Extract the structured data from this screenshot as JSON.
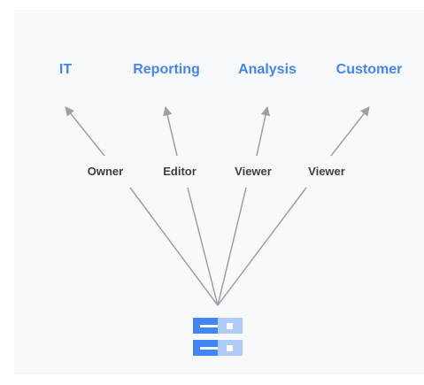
{
  "groups": [
    {
      "label": "IT"
    },
    {
      "label": "Reporting"
    },
    {
      "label": "Analysis"
    },
    {
      "label": "Customer"
    }
  ],
  "roles": [
    {
      "label": "Owner"
    },
    {
      "label": "Editor"
    },
    {
      "label": "Viewer"
    },
    {
      "label": "Viewer"
    }
  ],
  "icon": "dataset-storage-icon",
  "colors": {
    "group_text": "#4285f4",
    "role_text": "#3c4043",
    "connector": "#9aa0a6",
    "icon_blue": "#4285f4",
    "icon_light": "#aecbfa",
    "background": "#f8f9fa"
  }
}
